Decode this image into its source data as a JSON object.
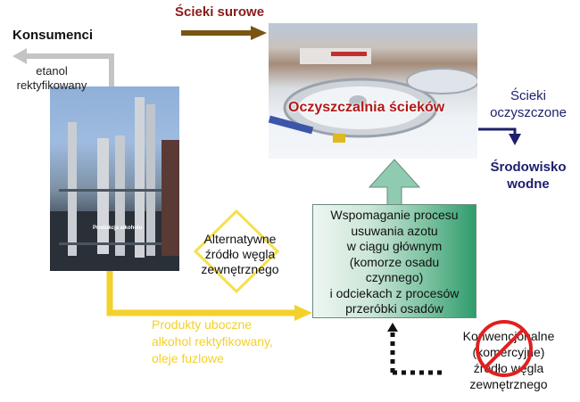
{
  "consumers": {
    "label": "Konsumenci"
  },
  "ethanol_flow": {
    "label_line1": "etanol",
    "label_line2": "rektyfikowany"
  },
  "raw_sewage": {
    "label": "Ścieki surowe"
  },
  "treatment_plant": {
    "label": "Oczyszczalnia ścieków"
  },
  "distillery": {
    "label": "Produkcja alkoholu"
  },
  "treated_sewage": {
    "label_line1": "Ścieki",
    "label_line2": "oczyszczone"
  },
  "water_environment": {
    "label_line1": "Środowisko",
    "label_line2": "wodne"
  },
  "alternative_source": {
    "lines": [
      "Alternatywne",
      "źródło węgla",
      "zewnętrznego"
    ]
  },
  "support_box": {
    "lines": [
      "Wspomaganie procesu",
      "usuwania azotu",
      "w ciągu głównym",
      "(komorze osadu",
      "czynnego)",
      "i odciekach z procesów",
      "przeróbki osadów"
    ]
  },
  "byproducts": {
    "lines": [
      "Produkty uboczne",
      "alkohol rektyfikowany,",
      "oleje fuzlowe"
    ]
  },
  "conventional_source": {
    "lines": [
      "Konwencjonalne",
      "(komercyjne)",
      "źródło węgla",
      "zewnętrznego"
    ]
  },
  "colors": {
    "ethanol_arrow": "#c4c4c4",
    "raw_sewage_arrow": "#7a5411",
    "raw_sewage_text": "#8b1a1a",
    "treated_arrow": "#1c1f6b",
    "byproduct_arrow": "#f3d12a",
    "green_arrow": "#8fcbb0",
    "prohibition": "#e02020"
  }
}
